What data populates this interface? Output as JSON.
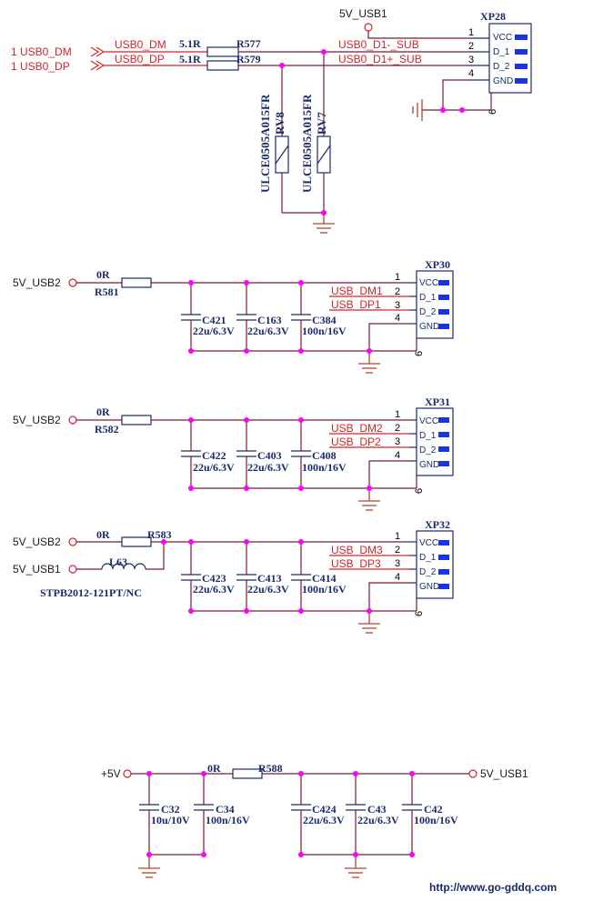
{
  "top": {
    "in_dm": "1  USB0_DM",
    "in_dp": "1  USB0_DP",
    "net_dm": "USB0_DM",
    "net_dp": "USB0_DP",
    "r577_val": "5.1R",
    "r577_ref": "R577",
    "r579_val": "5.1R",
    "r579_ref": "R579",
    "power_net": "5V_USB1",
    "net_d1m": "USB0_D1-_SUB",
    "net_d1p": "USB0_D1+_SUB",
    "rv8_ref": "RV8",
    "rv8_part": "ULCE0505A015FR",
    "rv7_ref": "RV7",
    "rv7_part": "ULCE0505A015FR",
    "conn_ref": "XP28",
    "pins": [
      "1",
      "2",
      "3",
      "4",
      "6"
    ],
    "pin_names": [
      "VCC",
      "D_1",
      "D_2",
      "GND"
    ]
  },
  "xp30": {
    "power": "5V_USB2",
    "r_val": "0R",
    "r_ref": "R581",
    "caps": [
      {
        "ref": "C421",
        "val": "22u/6.3V"
      },
      {
        "ref": "C163",
        "val": "22u/6.3V"
      },
      {
        "ref": "C384",
        "val": "100n/16V"
      }
    ],
    "net_dm": "USB_DM1",
    "net_dp": "USB_DP1",
    "conn_ref": "XP30",
    "pins": [
      "1",
      "2",
      "3",
      "4",
      "6"
    ],
    "pin_names": [
      "VCC",
      "D_1",
      "D_2",
      "GND"
    ]
  },
  "xp31": {
    "power": "5V_USB2",
    "r_val": "0R",
    "r_ref": "R582",
    "caps": [
      {
        "ref": "C422",
        "val": "22u/6.3V"
      },
      {
        "ref": "C403",
        "val": "22u/6.3V"
      },
      {
        "ref": "C408",
        "val": "100n/16V"
      }
    ],
    "net_dm": "USB_DM2",
    "net_dp": "USB_DP2",
    "conn_ref": "XP31",
    "pins": [
      "1",
      "2",
      "3",
      "4",
      "6"
    ],
    "pin_names": [
      "VCC",
      "D_1",
      "D_2",
      "GND"
    ]
  },
  "xp32": {
    "power": "5V_USB2",
    "power2": "5V_USB1",
    "r_val": "0R",
    "r_ref": "R583",
    "l_ref": "L63",
    "l_part": "STPB2012-121PT/NC",
    "caps": [
      {
        "ref": "C423",
        "val": "22u/6.3V"
      },
      {
        "ref": "C413",
        "val": "22u/6.3V"
      },
      {
        "ref": "C414",
        "val": "100n/16V"
      }
    ],
    "net_dm": "USB_DM3",
    "net_dp": "USB_DP3",
    "conn_ref": "XP32",
    "pins": [
      "1",
      "2",
      "3",
      "4",
      "6"
    ],
    "pin_names": [
      "VCC",
      "D_1",
      "D_2",
      "GND"
    ]
  },
  "bottom": {
    "input": "+5V",
    "output": "5V_USB1",
    "r_val": "0R",
    "r_ref": "R588",
    "caps_left": [
      {
        "ref": "C32",
        "val": "10u/10V"
      },
      {
        "ref": "C34",
        "val": "100n/16V"
      }
    ],
    "caps_right": [
      {
        "ref": "C424",
        "val": "22u/6.3V"
      },
      {
        "ref": "C43",
        "val": "22u/6.3V"
      },
      {
        "ref": "C42",
        "val": "100n/16V"
      }
    ]
  },
  "watermark": "http://www.go-gddq.com"
}
